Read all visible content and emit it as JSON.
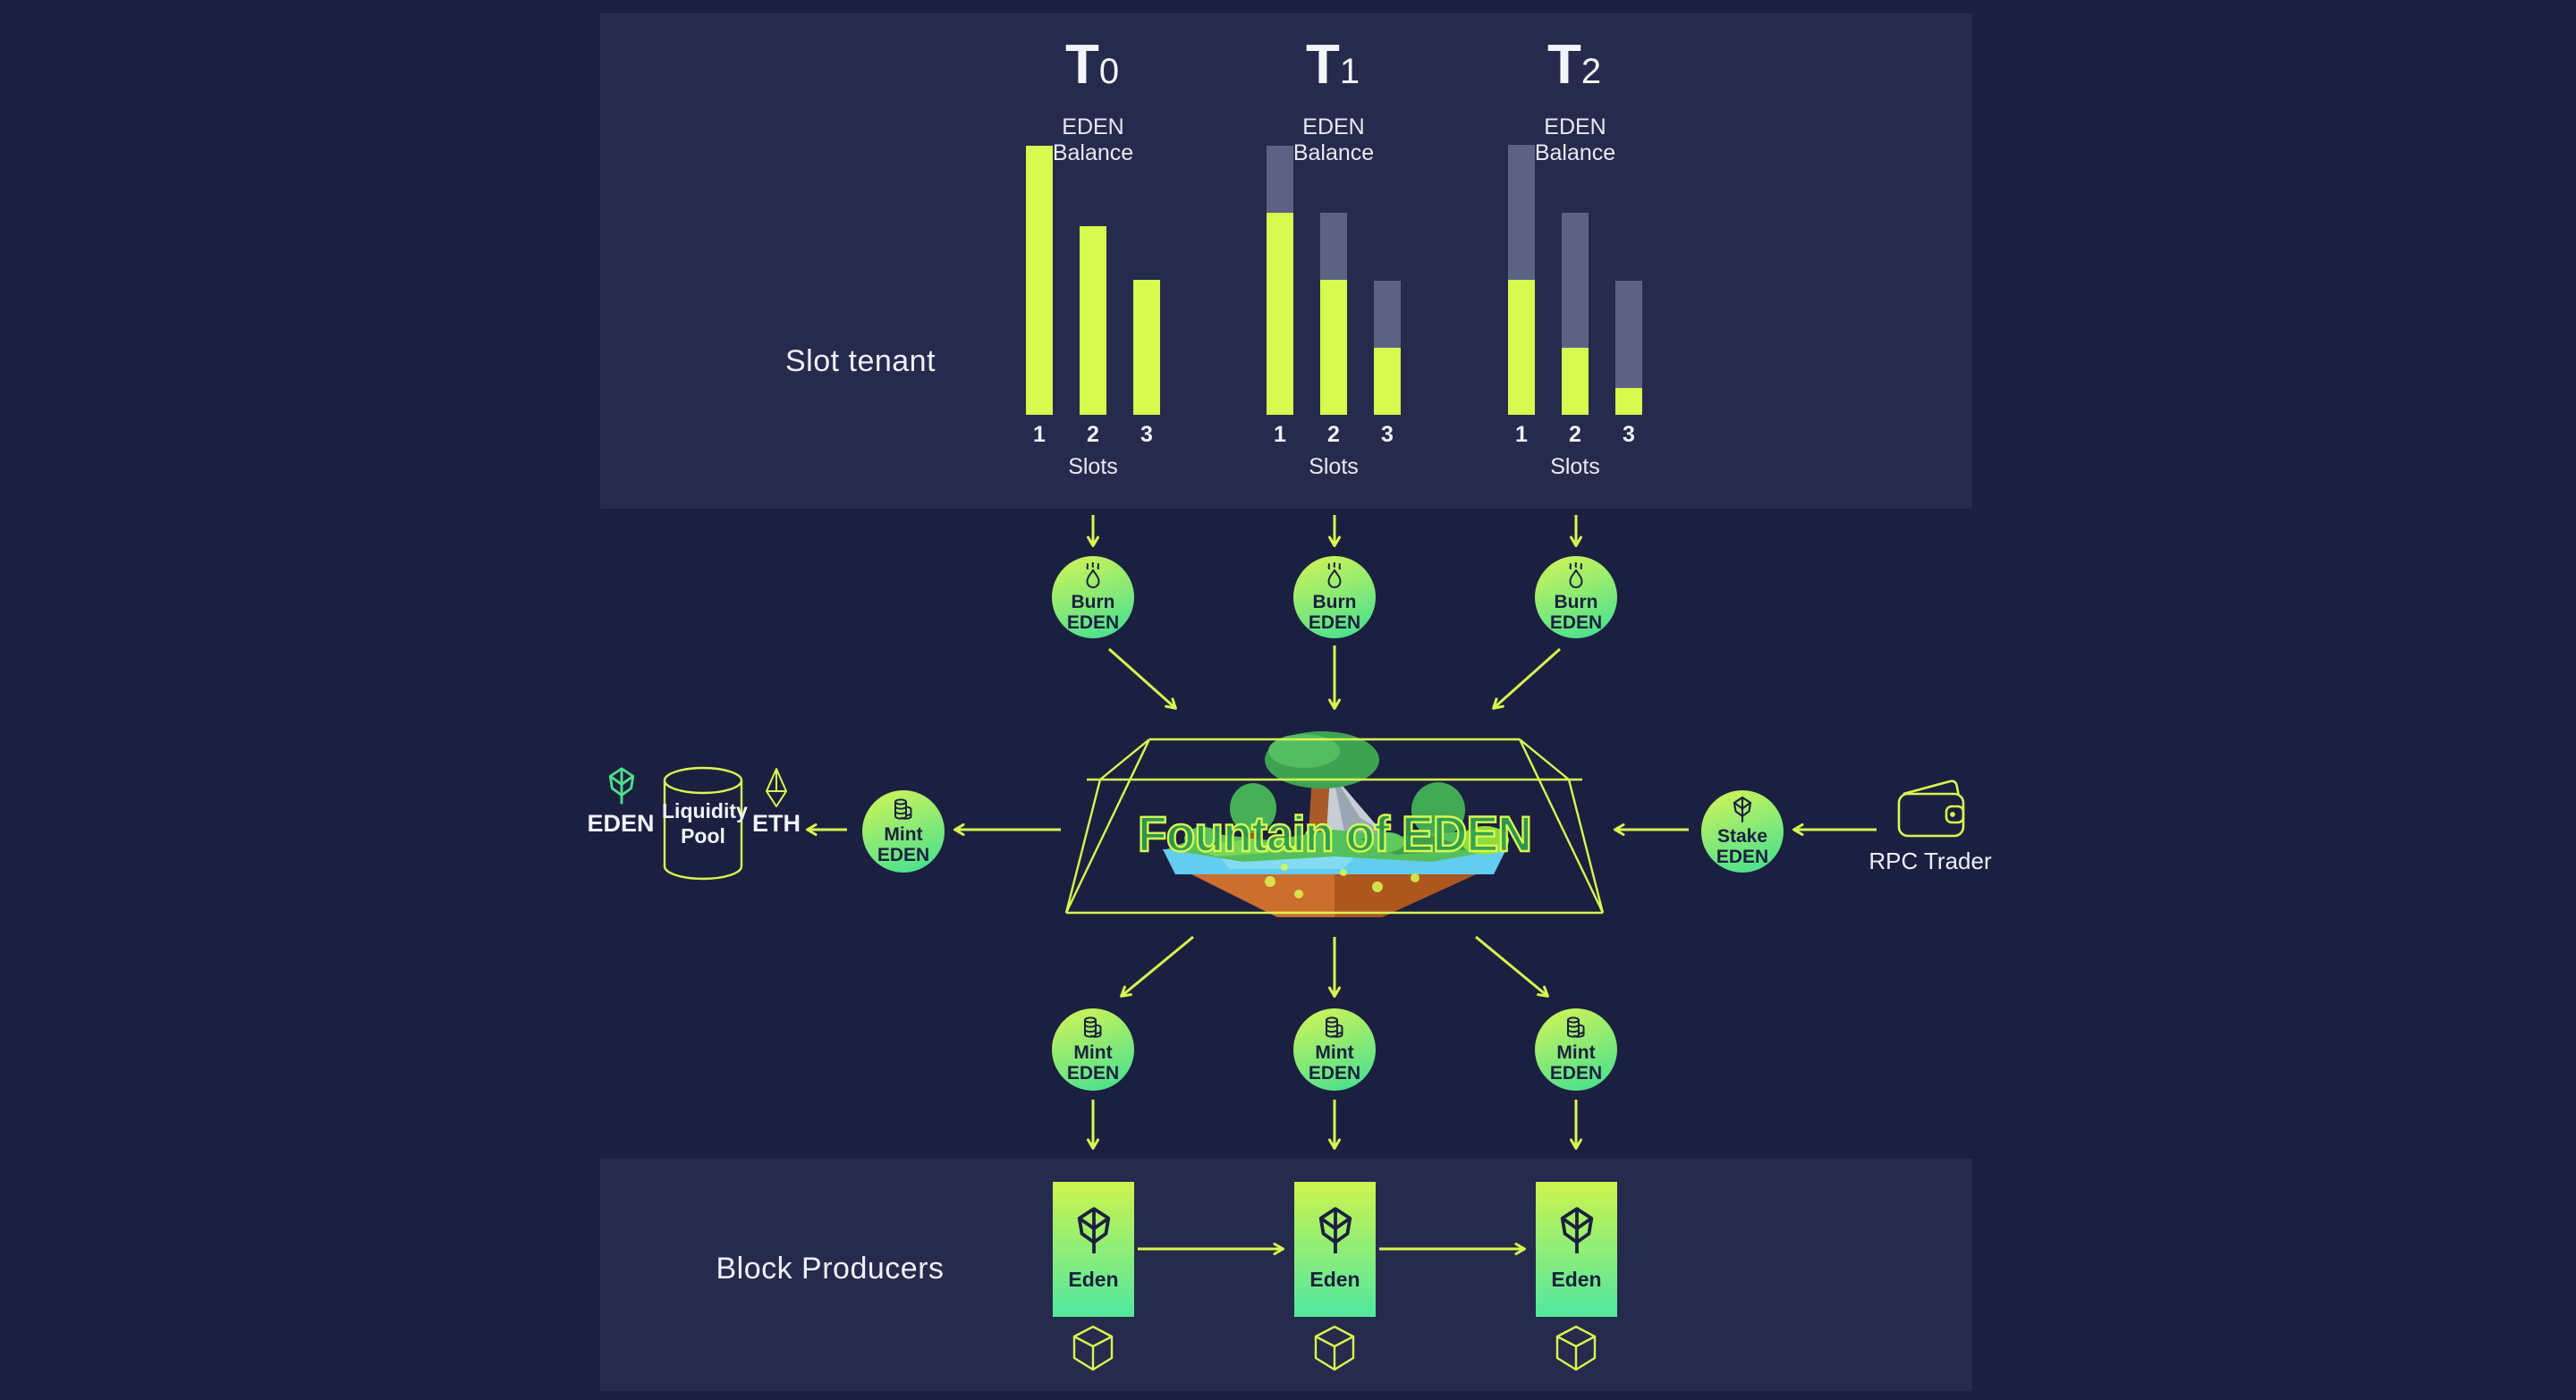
{
  "colors": {
    "background": "#1b2041",
    "panel": "#262a4c",
    "accent_line": "#d9f84f",
    "bar_fill": "#d6fa4e",
    "bar_burned": "#5d6282",
    "node_gradient_start": "#c9f35a",
    "node_gradient_end": "#4ae18f",
    "text_light": "#eef0f7",
    "text_dark": "#1c2140",
    "leaf_green": "#4ee08a"
  },
  "icons": {
    "burn": "flame-icon",
    "mint": "coins-icon",
    "stake": "eden-leaf-icon",
    "eden_token": "eden-leaf-icon",
    "eth": "eth-diamond-icon",
    "liquidity_pool": "cylinder-icon",
    "rpc_trader": "wallet-icon",
    "block": "cube-icon"
  },
  "slot_tenant": {
    "label": "Slot tenant",
    "epochs": [
      {
        "title": "T",
        "subscript": "0",
        "balance_label": "EDEN Balance",
        "slots_label": "Slots",
        "slots": [
          "1",
          "2",
          "3"
        ],
        "filled": [
          100,
          70,
          50
        ],
        "burned": [
          0,
          0,
          0
        ]
      },
      {
        "title": "T",
        "subscript": "1",
        "balance_label": "EDEN Balance",
        "slots_label": "Slots",
        "slots": [
          "1",
          "2",
          "3"
        ],
        "filled": [
          75,
          50,
          25
        ],
        "burned": [
          25,
          25,
          25
        ]
      },
      {
        "title": "T",
        "subscript": "2",
        "balance_label": "EDEN Balance",
        "slots_label": "Slots",
        "slots": [
          "1",
          "2",
          "3"
        ],
        "filled": [
          50,
          25,
          10
        ],
        "burned": [
          50,
          50,
          40
        ]
      }
    ]
  },
  "chart_data": [
    {
      "type": "bar",
      "title": "T0 — EDEN Balance",
      "categories": [
        "1",
        "2",
        "3"
      ],
      "xlabel": "Slots",
      "ylabel": "EDEN Balance",
      "ylim": [
        0,
        100
      ],
      "grid": false,
      "series": [
        {
          "name": "EDEN balance",
          "values": [
            100,
            70,
            50
          ]
        },
        {
          "name": "Burned",
          "values": [
            0,
            0,
            0
          ]
        }
      ]
    },
    {
      "type": "bar",
      "title": "T1 — EDEN Balance",
      "categories": [
        "1",
        "2",
        "3"
      ],
      "xlabel": "Slots",
      "ylabel": "EDEN Balance",
      "ylim": [
        0,
        100
      ],
      "grid": false,
      "series": [
        {
          "name": "EDEN balance",
          "values": [
            75,
            50,
            25
          ]
        },
        {
          "name": "Burned",
          "values": [
            25,
            25,
            25
          ]
        }
      ]
    },
    {
      "type": "bar",
      "title": "T2 — EDEN Balance",
      "categories": [
        "1",
        "2",
        "3"
      ],
      "xlabel": "Slots",
      "ylabel": "EDEN Balance",
      "ylim": [
        0,
        100
      ],
      "grid": false,
      "series": [
        {
          "name": "EDEN balance",
          "values": [
            50,
            25,
            10
          ]
        },
        {
          "name": "Burned",
          "values": [
            50,
            50,
            40
          ]
        }
      ]
    }
  ],
  "nodes": {
    "burn": {
      "action": "Burn",
      "token": "EDEN"
    },
    "mint": {
      "action": "Mint",
      "token": "EDEN"
    },
    "stake": {
      "action": "Stake",
      "token": "EDEN"
    }
  },
  "fountain": {
    "title": "Fountain of EDEN"
  },
  "left_flow": {
    "eden_label": "EDEN",
    "pool_line1": "Liquidity",
    "pool_line2": "Pool",
    "eth_label": "ETH"
  },
  "right_flow": {
    "trader_label": "RPC Trader"
  },
  "block_producers": {
    "label": "Block Producers",
    "blocks": [
      {
        "name": "Eden"
      },
      {
        "name": "Eden"
      },
      {
        "name": "Eden"
      }
    ]
  }
}
